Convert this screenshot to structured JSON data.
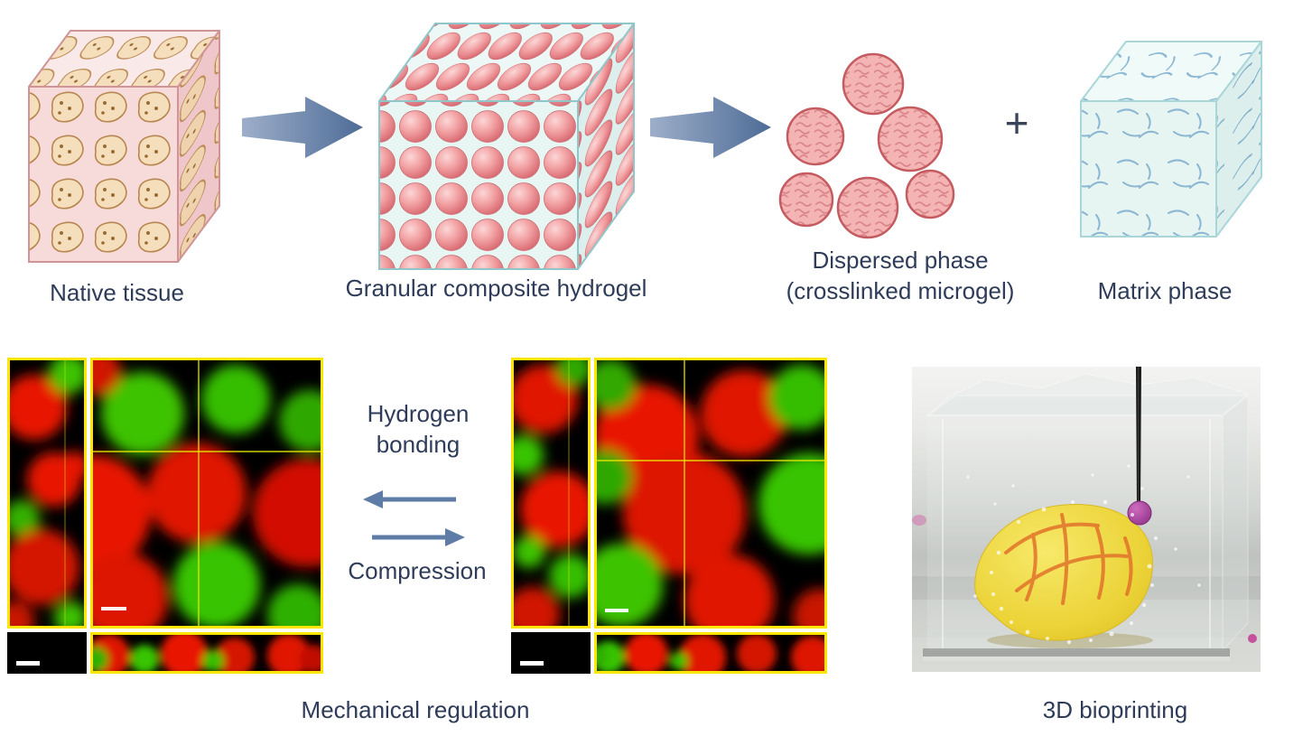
{
  "colors": {
    "label_text": "#2E3C59",
    "arrow_blue": "#5E7CA6",
    "confocal_border_yellow": "#FFE600",
    "confocal_red": "#E81500",
    "confocal_green": "#3CC300",
    "microgel_pink": "#F2A6A6",
    "microgel_outline": "#C45B61",
    "hydrogel_cyan": "#E7F5F3",
    "tissue_pink": "#F7DADA",
    "bioprint_yellow": "#EDD434",
    "bioprint_purple": "#8C2F86"
  },
  "top_row": {
    "native_tissue": {
      "label": "Native tissue"
    },
    "granular_hydrogel": {
      "label": "Granular composite hydrogel"
    },
    "dispersed_phase": {
      "label_line1": "Dispersed phase",
      "label_line2": "(crosslinked microgel)"
    },
    "plus_sign": "+",
    "matrix_phase": {
      "label": "Matrix phase"
    }
  },
  "bottom_row": {
    "equilibrium": {
      "top_label_line1": "Hydrogen",
      "top_label_line2": "bonding",
      "bottom_label": "Compression"
    },
    "left_caption": "Mechanical regulation",
    "right_caption": "3D bioprinting"
  }
}
